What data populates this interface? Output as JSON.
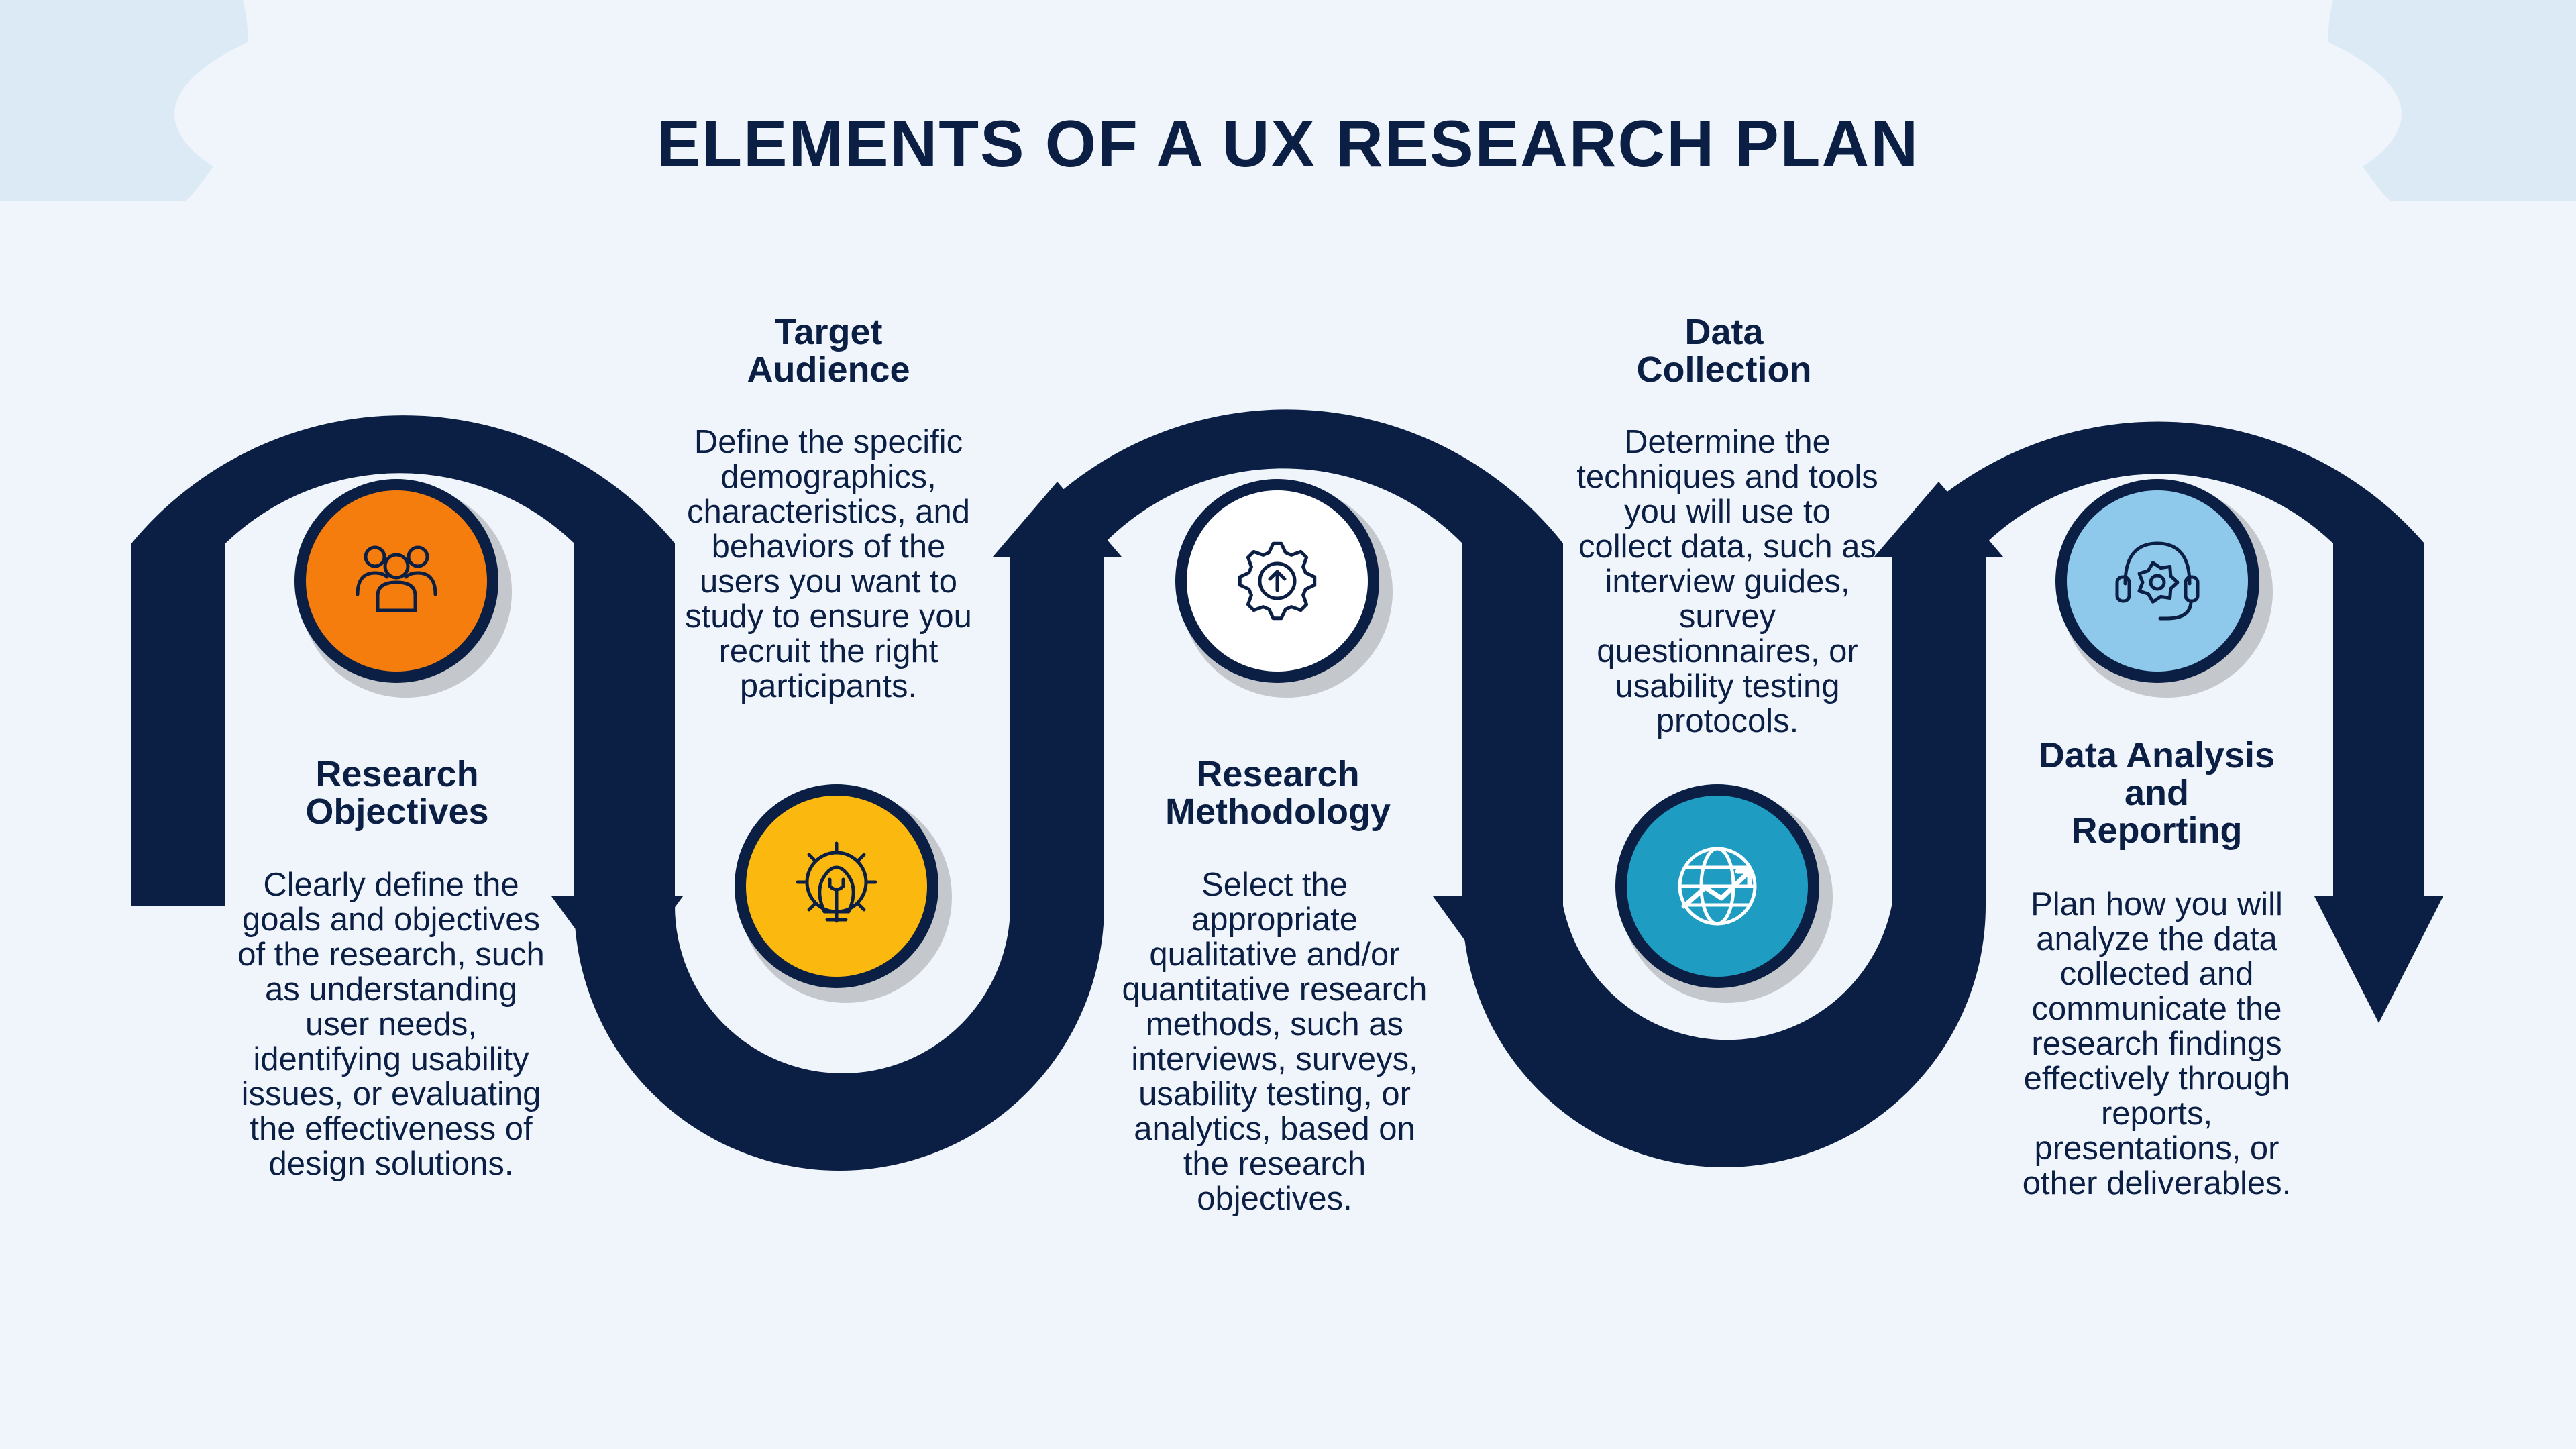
{
  "title": "ELEMENTS OF A UX RESEARCH PLAN",
  "colors": {
    "background": "#f0f4fb",
    "cloud": "#dbeaf4",
    "path": "#0b1f44",
    "text": "#0b1f44"
  },
  "steps": [
    {
      "title": "Research\nObjectives",
      "description": "Clearly define the goals and objectives of the research, such as understanding user needs, identifying usability issues, or evaluating the effectiveness of design solutions.",
      "icon": "people-group-icon",
      "color": "#f57d0e"
    },
    {
      "title": "Target\nAudience",
      "description": "Define the specific demographics, characteristics, and behaviors of the users you want to study to ensure you recruit the right participants.",
      "icon": "lightbulb-gear-icon",
      "color": "#fbb80f"
    },
    {
      "title": "Research\nMethodology",
      "description": "Select the appropriate qualitative and/or quantitative research methods, such as interviews, surveys, usability testing, or analytics, based on the research objectives.",
      "icon": "gear-upload-icon",
      "color": "#ffffff"
    },
    {
      "title": "Data\nCollection",
      "description": "Determine the techniques and tools you will use to collect data, such as interview guides, survey questionnaires, or usability testing protocols.",
      "icon": "globe-chart-icon",
      "color": "#1f9cc2"
    },
    {
      "title": "Data Analysis\nand\nReporting",
      "description": "Plan how you will analyze the data collected and communicate the research findings effectively through reports, presentations, or other deliverables.",
      "icon": "headset-gear-icon",
      "color": "#8ec8ea"
    }
  ]
}
